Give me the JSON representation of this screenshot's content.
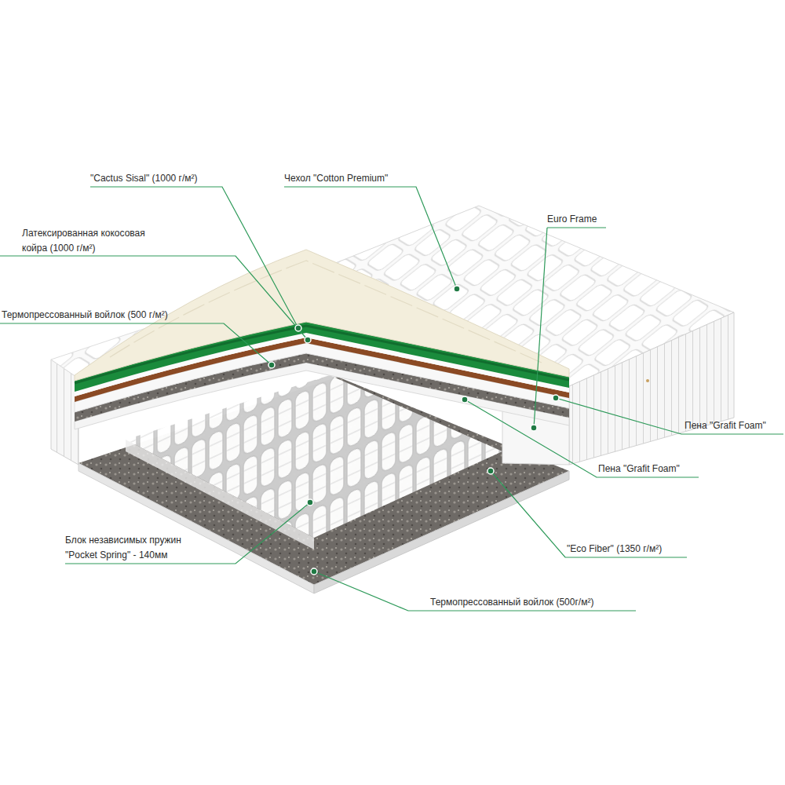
{
  "diagram": {
    "labels": [
      "\"Cactus Sisal\" (1000 г/м²)",
      "Чехол \"Cotton Premium\"",
      "Латексированная кокосовая койра (1000 г/м²)",
      "Euro Frame",
      "Термопрессованный войлок (500 г/м²)",
      "Пена \"Grafit Foam\"",
      "Пена \"Grafit Foam\"",
      "Блок независимых пружин \"Pocket Spring\" - 140мм",
      "\"Eco Fiber\" (1350 г/м²)",
      "Термопрессованный войлок (500г/м²)"
    ]
  }
}
